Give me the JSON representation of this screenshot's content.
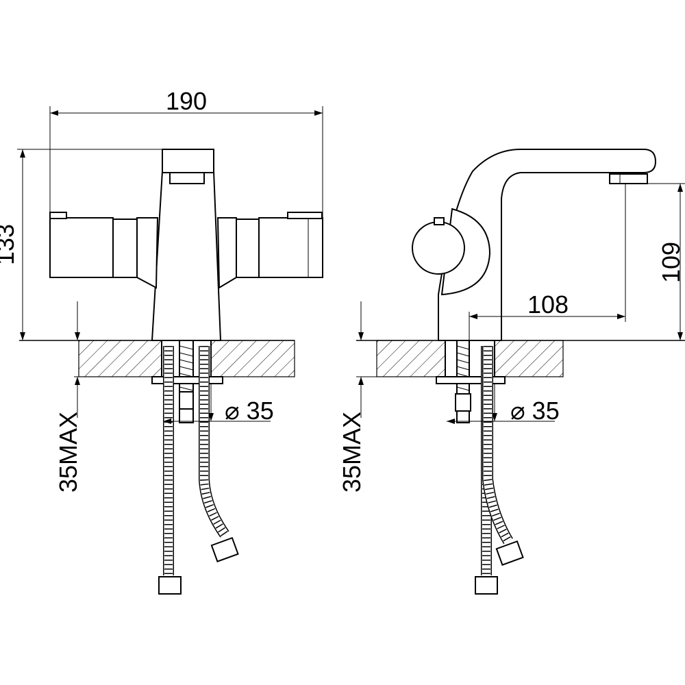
{
  "drawing": {
    "front_view": {
      "width_label": "190",
      "height_label": "133",
      "max_thickness_label": "35MAX",
      "hole_diameter_label": "⌀ 35"
    },
    "side_view": {
      "spout_reach_label": "108",
      "spout_height_label": "109",
      "max_thickness_label": "35MAX",
      "hole_diameter_label": "⌀ 35"
    },
    "colors": {
      "line": "#000000",
      "background": "#ffffff"
    }
  }
}
